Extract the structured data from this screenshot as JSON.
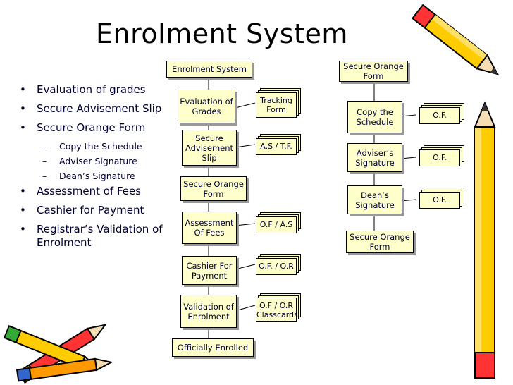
{
  "title": "Enrolment System",
  "bullets": [
    {
      "text": "Evaluation of grades",
      "level": 1
    },
    {
      "text": "Secure Advisement Slip",
      "level": 1
    },
    {
      "text": "Secure Orange Form",
      "level": 1
    },
    {
      "text": "Copy the Schedule",
      "level": 2
    },
    {
      "text": "Adviser Signature",
      "level": 2
    },
    {
      "text": "Dean’s Signature",
      "level": 2
    },
    {
      "text": "Assessment of Fees",
      "level": 1
    },
    {
      "text": "Cashier for Payment",
      "level": 1
    },
    {
      "text": "Registrar’s Validation of Enrolment",
      "level": 1
    }
  ],
  "flow_main": {
    "start": "Enrolment System",
    "step1": "Evaluation of Grades",
    "step2": "Secure Advisement Slip",
    "step3": "Secure Orange Form",
    "step4": "Assessment Of Fees",
    "step5": "Cashier For Payment",
    "step6": "Validation of Enrolment",
    "end": "Officially Enrolled",
    "doc1": "Tracking Form",
    "doc2": "A.S / T.F.",
    "doc4": "O.F / A.S",
    "doc5": "O.F. / O.R",
    "doc6": "O.F / O.R Classcards"
  },
  "flow_orange": {
    "start": "Secure Orange Form",
    "step1": "Copy the Schedule",
    "step2": "Adviser’s Signature",
    "step3": "Dean’s Signature",
    "end": "Secure Orange Form",
    "doc1": "O.F.",
    "doc2": "O.F.",
    "doc3": "O.F."
  }
}
